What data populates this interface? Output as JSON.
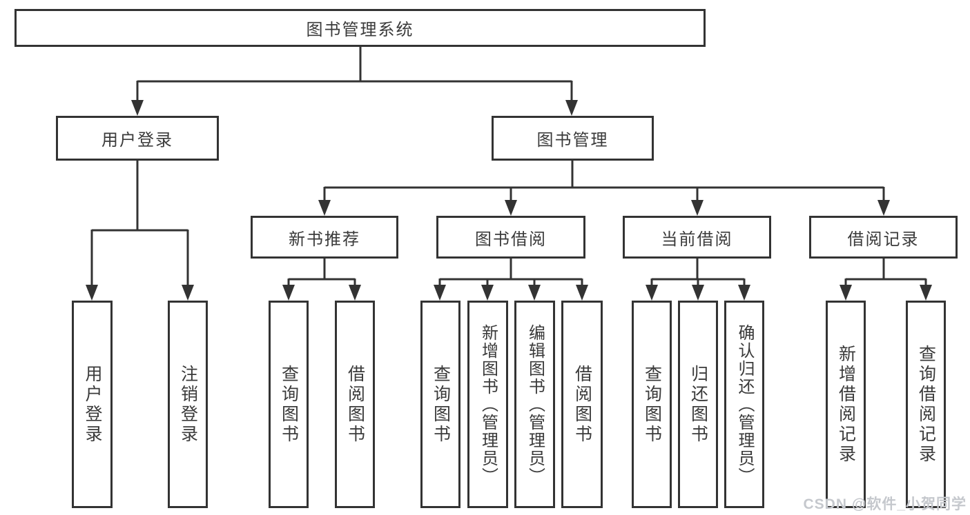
{
  "colors": {
    "line": "#333333",
    "text": "#3a3a3a",
    "box_background": "#ffffff",
    "watermark": "#c5c8cd"
  },
  "watermark": {
    "text": "CSDN @软件_小贺同学"
  },
  "tree": {
    "root": {
      "label": "图书管理系统"
    },
    "branches": [
      {
        "label": "用户登录",
        "children": [
          {
            "label": "用户登录"
          },
          {
            "label": "注销登录"
          }
        ]
      },
      {
        "label": "图书管理",
        "children": [
          {
            "label": "新书推荐",
            "children": [
              {
                "label": "查询图书"
              },
              {
                "label": "借阅图书"
              }
            ]
          },
          {
            "label": "图书借阅",
            "children": [
              {
                "label": "查询图书"
              },
              {
                "label": "新增图书（管理员）"
              },
              {
                "label": "编辑图书（管理员）"
              },
              {
                "label": "借阅图书"
              }
            ]
          },
          {
            "label": "当前借阅",
            "children": [
              {
                "label": "查询图书"
              },
              {
                "label": "归还图书"
              },
              {
                "label": "确认归还（管理员）"
              }
            ]
          },
          {
            "label": "借阅记录",
            "children": [
              {
                "label": "新增借阅记录"
              },
              {
                "label": "查询借阅记录"
              }
            ]
          }
        ]
      }
    ]
  }
}
